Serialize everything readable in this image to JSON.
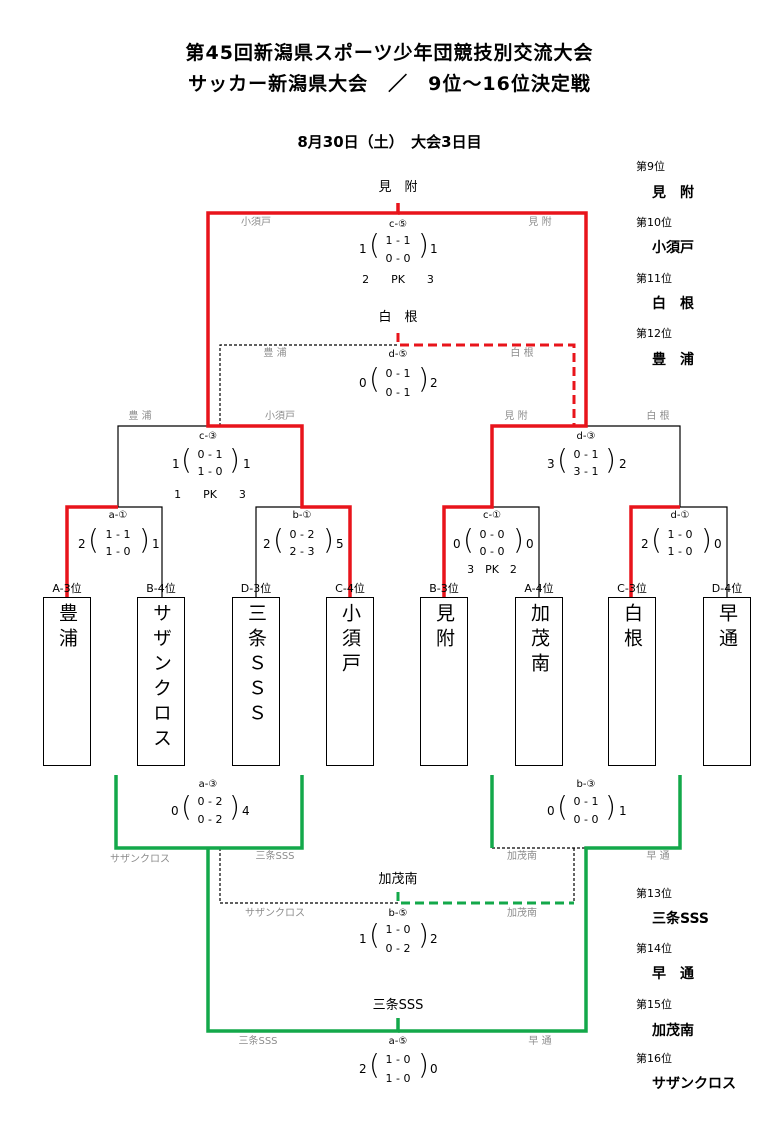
{
  "title_line1": "第45回新潟県スポーツ少年団競技別交流大会",
  "title_line2": "サッカー新潟県大会　／　9位～16位決定戦",
  "date": "8月30日（土）　大会3日目",
  "teams": [
    {
      "seed": "A-3位",
      "name": "豊浦"
    },
    {
      "seed": "B-4位",
      "name": "サザンクロス"
    },
    {
      "seed": "D-3位",
      "name": "三条ＳＳＳ"
    },
    {
      "seed": "C-4位",
      "name": "小須戸"
    },
    {
      "seed": "B-3位",
      "name": "見附"
    },
    {
      "seed": "A-4位",
      "name": "加茂南"
    },
    {
      "seed": "C-3位",
      "name": "白根"
    },
    {
      "seed": "D-4位",
      "name": "早通"
    }
  ],
  "matches": {
    "a1": {
      "label": "a-①",
      "left": "2",
      "right": "1",
      "s1": "1 - 1",
      "s2": "1 - 0"
    },
    "b1": {
      "label": "b-①",
      "left": "2",
      "right": "5",
      "s1": "0 - 2",
      "s2": "2 - 3"
    },
    "c1": {
      "label": "c-①",
      "left": "0",
      "right": "0",
      "s1": "0 - 0",
      "s2": "0 - 0",
      "pk": "3　PK　2"
    },
    "d1": {
      "label": "d-①",
      "left": "2",
      "right": "0",
      "s1": "1 - 0",
      "s2": "1 - 0"
    },
    "c3": {
      "label": "c-③",
      "left": "1",
      "right": "1",
      "s1": "0 - 1",
      "s2": "1 - 0",
      "pk": "1　　PK　　3",
      "name_left": "豊 浦",
      "name_right": "小須戸"
    },
    "d3": {
      "label": "d-③",
      "left": "3",
      "right": "2",
      "s1": "0 - 1",
      "s2": "3 - 1",
      "name_left": "見 附",
      "name_right": "白 根"
    },
    "c5": {
      "label": "c-⑤",
      "left": "1",
      "right": "1",
      "s1": "1 - 1",
      "s2": "0 - 0",
      "pk": "2　　PK　　3",
      "name_left": "小須戸",
      "name_right": "見 附",
      "winner": "見　附"
    },
    "d5": {
      "label": "d-⑤",
      "left": "0",
      "right": "2",
      "s1": "0 - 1",
      "s2": "0 - 1",
      "name_left": "豊 浦",
      "name_right": "白 根",
      "winner": "白　根"
    },
    "a3": {
      "label": "a-③",
      "left": "0",
      "right": "4",
      "s1": "0 - 2",
      "s2": "0 - 2",
      "name_left": "サザンクロス",
      "name_right": "三条SSS"
    },
    "b3": {
      "label": "b-③",
      "left": "0",
      "right": "1",
      "s1": "0 - 1",
      "s2": "0 - 0",
      "name_left": "加茂南",
      "name_right": "早 通"
    },
    "b5": {
      "label": "b-⑤",
      "left": "1",
      "right": "2",
      "s1": "1 - 0",
      "s2": "0 - 2",
      "name_left": "サザンクロス",
      "name_right": "加茂南",
      "winner": "加茂南"
    },
    "a5": {
      "label": "a-⑤",
      "left": "2",
      "right": "0",
      "s1": "1 - 0",
      "s2": "1 - 0",
      "name_left": "三条SSS",
      "name_right": "早 通",
      "winner": "三条SSS"
    }
  },
  "standings": [
    {
      "rank": "第9位",
      "team": "見　附"
    },
    {
      "rank": "第10位",
      "team": "小須戸"
    },
    {
      "rank": "第11位",
      "team": "白　根"
    },
    {
      "rank": "第12位",
      "team": "豊　浦"
    },
    {
      "rank": "第13位",
      "team": "三条SSS"
    },
    {
      "rank": "第14位",
      "team": "早　通"
    },
    {
      "rank": "第15位",
      "team": "加茂南"
    },
    {
      "rank": "第16位",
      "team": "サザンクロス"
    }
  ],
  "colors": {
    "upper_winner": "#e8141b",
    "lower_winner": "#13a84a",
    "line": "#000000",
    "label_gray": "#8c8c8c"
  }
}
